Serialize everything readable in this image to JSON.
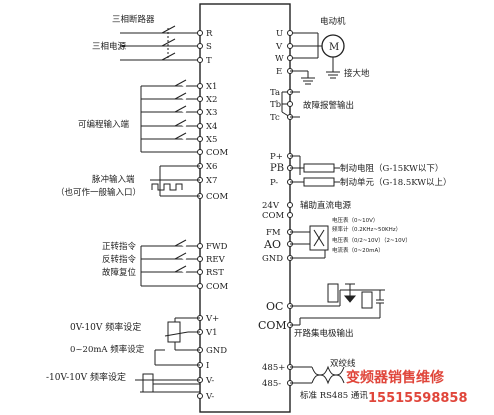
{
  "inverter": {
    "power_inputs": [
      {
        "terminal": "R",
        "label": "三相断路器"
      },
      {
        "terminal": "S",
        "label": "三相电源"
      },
      {
        "terminal": "T",
        "label": ""
      }
    ],
    "motor_outputs": {
      "terminals": [
        "U",
        "V",
        "W",
        "E"
      ],
      "motor_label": "电动机",
      "motor_symbol": "M",
      "ground_label": "接大地"
    },
    "fault_relay": {
      "terminals": [
        "Ta",
        "Tb",
        "Tc"
      ],
      "label": "故障报警输出"
    },
    "programmable_inputs": {
      "terminals": [
        "X1",
        "X2",
        "X3",
        "X4",
        "X5",
        "COM",
        "X6",
        "X7",
        "COM"
      ],
      "label": "可编程输入端",
      "pulse_label": "脉冲输入端",
      "pulse_note": "（也可作一般输入口）"
    },
    "brake": {
      "terminals": [
        "P+",
        "PB",
        "P-"
      ],
      "resistor_label": "制动电阻（G-15KW以下）",
      "unit_label": "制动单元（G-18.5KW以上）"
    },
    "aux_power": {
      "terminals": [
        "24V",
        "COM"
      ],
      "label": "辅助直流电源"
    },
    "meters": {
      "terminals": [
        "FM",
        "AO",
        "GND"
      ],
      "notes": [
        "电压表（0~10V）",
        "频率计（0.2KHz~50KHz）",
        "电压表（0/2~10V）（2~10V）",
        "电流表（0~20mA）"
      ]
    },
    "run_commands": {
      "terminals": [
        "FWD",
        "REV",
        "RST",
        "COM"
      ],
      "labels": [
        "正转指令",
        "反转指令",
        "故障复位"
      ]
    },
    "open_collector": {
      "terminals": [
        "OC",
        "COM"
      ],
      "label": "开路集电极输出"
    },
    "analog_inputs": {
      "terminals": [
        "V+",
        "V1",
        "GND",
        "I",
        "V-",
        "V-"
      ],
      "labels": [
        "0V-10V 频率设定",
        "0~20mA 频率设定",
        "-10V-10V 频率设定"
      ]
    },
    "rs485": {
      "terminals": [
        "485+",
        "485-"
      ],
      "twisted_pair": "双绞线",
      "label": "标准 RS485 通讯"
    }
  },
  "watermark": {
    "line1": "变频器销售维修",
    "line2": "15515598858"
  }
}
